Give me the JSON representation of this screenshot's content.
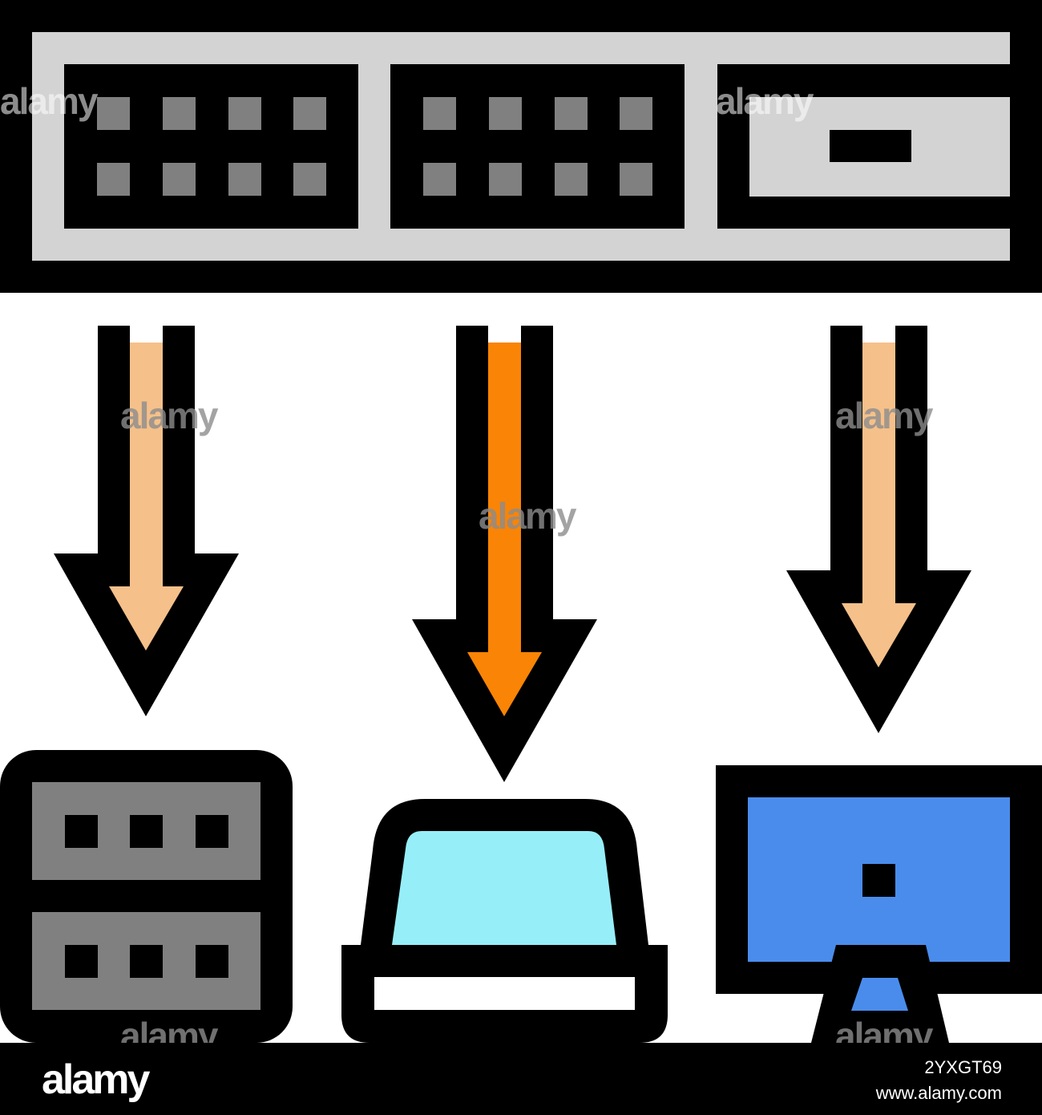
{
  "colors": {
    "outline": "#000000",
    "switch_body": "#d3d3d3",
    "port": "#808080",
    "arrow_light": "#f5c08a",
    "arrow_dark": "#fa8405",
    "server": "#808080",
    "laptop_screen": "#96eef8",
    "monitor_screen": "#4a8cec",
    "background": "#ffffff"
  },
  "icons": {
    "switch": "network-switch-icon",
    "server": "server-rack-icon",
    "laptop": "laptop-icon",
    "monitor": "desktop-monitor-icon"
  },
  "watermark": {
    "text": "alamy",
    "letter": "a"
  },
  "footer": {
    "logo": "alamy",
    "image_id": "2YXGT69",
    "url": "www.alamy.com"
  }
}
